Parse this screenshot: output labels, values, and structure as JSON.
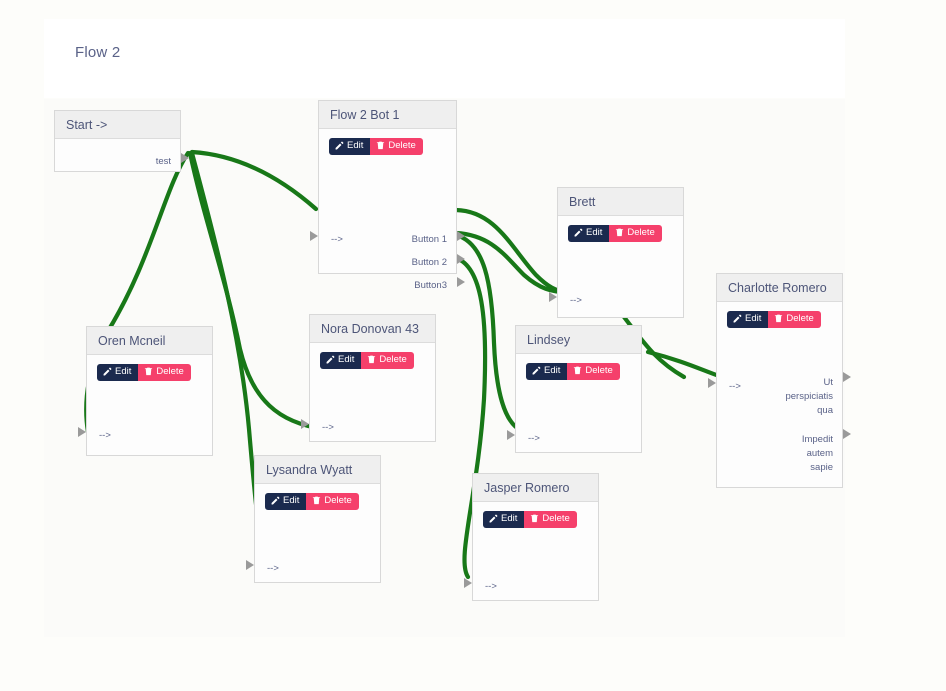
{
  "page": {
    "title": "Flow 2",
    "background": "#fdfdfa",
    "canvas_background": "#fbfbf9",
    "edge_color": "#187818",
    "accent_edit": "#1b2a4e",
    "accent_delete": "#f5406b",
    "node_header_background": "#efefef",
    "node_title_color": "#4d5578"
  },
  "buttons": {
    "edit_label": "Edit",
    "delete_label": "Delete"
  },
  "nodes": [
    {
      "id": "start",
      "title": "Start ->",
      "has_buttons": false,
      "inputs": [],
      "outputs": [
        "test"
      ]
    },
    {
      "id": "flow2bot1",
      "title": "Flow 2 Bot 1",
      "has_buttons": true,
      "inputs": [
        "-->"
      ],
      "outputs": [
        "Button 1",
        "Button 2",
        "Button3"
      ]
    },
    {
      "id": "oren",
      "title": "Oren Mcneil",
      "has_buttons": true,
      "inputs": [
        "-->"
      ],
      "outputs": []
    },
    {
      "id": "nora",
      "title": "Nora Donovan 43",
      "has_buttons": true,
      "inputs": [
        "-->"
      ],
      "outputs": []
    },
    {
      "id": "lysandra",
      "title": "Lysandra Wyatt",
      "has_buttons": true,
      "inputs": [
        "-->"
      ],
      "outputs": []
    },
    {
      "id": "jasper",
      "title": "Jasper Romero",
      "has_buttons": true,
      "inputs": [
        "-->"
      ],
      "outputs": []
    },
    {
      "id": "brett",
      "title": "Brett",
      "has_buttons": true,
      "inputs": [
        "-->"
      ],
      "outputs": []
    },
    {
      "id": "lindsey",
      "title": "Lindsey",
      "has_buttons": true,
      "inputs": [
        "-->"
      ],
      "outputs": []
    },
    {
      "id": "charlotte",
      "title": "Charlotte Romero",
      "has_buttons": true,
      "inputs": [
        "-->"
      ],
      "outputs": [
        "Ut perspiciatis qua",
        "Impedit autem sapie"
      ]
    }
  ],
  "labels": {
    "start_title": "Start ->",
    "start_out_test": "test",
    "bot_title": "Flow 2 Bot 1",
    "bot_in": "-->",
    "bot_out_1": "Button 1",
    "bot_out_2": "Button 2",
    "bot_out_3": "Button3",
    "oren_title": "Oren Mcneil",
    "oren_in": "-->",
    "nora_title": "Nora Donovan 43",
    "nora_in": "-->",
    "lysandra_title": "Lysandra Wyatt",
    "lysandra_in": "-->",
    "jasper_title": "Jasper Romero",
    "jasper_in": "-->",
    "brett_title": "Brett",
    "brett_in": "-->",
    "lindsey_title": "Lindsey",
    "lindsey_in": "-->",
    "charlotte_title": "Charlotte Romero",
    "charlotte_in": "-->",
    "charlotte_out_1_line1": "Ut",
    "charlotte_out_1_line2": "perspiciatis",
    "charlotte_out_1_line3": "qua",
    "charlotte_out_2_line1": "Impedit",
    "charlotte_out_2_line2": "autem",
    "charlotte_out_2_line3": "sapie"
  },
  "connections": [
    {
      "from": "start.test",
      "to": "oren.in"
    },
    {
      "from": "start.test",
      "to": "nora.in"
    },
    {
      "from": "start.test",
      "to": "lysandra.in"
    },
    {
      "from": "start.test",
      "to": "flow2bot1.in"
    },
    {
      "from": "flow2bot1.button1",
      "to": "brett.in"
    },
    {
      "from": "flow2bot1.button2",
      "to": "brett.in"
    },
    {
      "from": "flow2bot1.button2",
      "to": "lindsey.in"
    },
    {
      "from": "flow2bot1.button3",
      "to": "jasper.in"
    },
    {
      "from": "brett.out",
      "to": "charlotte.in"
    },
    {
      "from": "lindsey.out",
      "to": "charlotte.in"
    }
  ]
}
